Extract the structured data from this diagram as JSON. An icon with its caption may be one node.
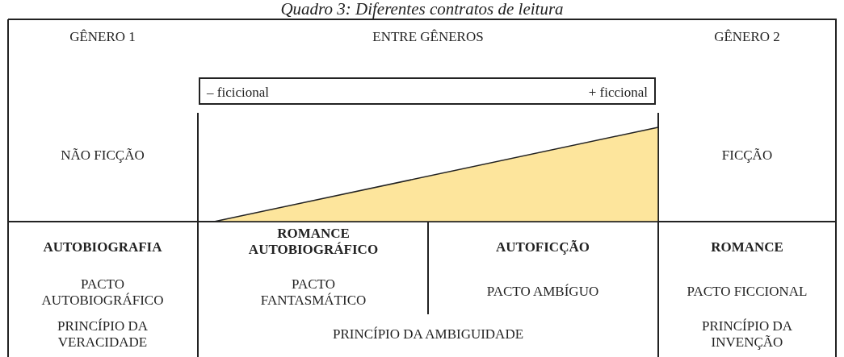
{
  "diagram": {
    "title": "Quadro 3: Diferentes contratos de leitura",
    "nodes": [
      {
        "text": [
          "– ficicional",
          "+ ficcional"
        ]
      },
      {
        "text": [],
        "shape": "triangle"
      }
    ],
    "edges": [],
    "labels": [
      "GÊNERO 1",
      "ENTRE GÊNEROS",
      "GÊNERO 2",
      "NÃO FICÇÃO",
      "FICÇÃO",
      "AUTOBIOGRAFIA",
      "ROMANCE AUTOBIOGRÁFICO",
      "AUTOFICÇÃO",
      "ROMANCE",
      "PACTO AUTOBIOGRÁFICO",
      "PACTO FANTASMÁTICO",
      "PACTO AMBÍGUO",
      "PACTO FICCIONAL",
      "PRINCÍPIO DA VERACIDADE",
      "PRINCÍPIO DA AMBIGUIDADE",
      "PRINCÍPIO DA INVENÇÃO"
    ]
  }
}
